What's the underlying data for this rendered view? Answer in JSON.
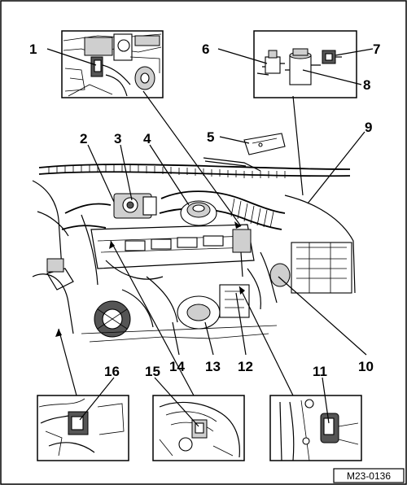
{
  "diagram": {
    "figure_reference": "M23-0136",
    "callouts": [
      {
        "id": "1",
        "label": "1"
      },
      {
        "id": "2",
        "label": "2"
      },
      {
        "id": "3",
        "label": "3"
      },
      {
        "id": "4",
        "label": "4"
      },
      {
        "id": "5",
        "label": "5"
      },
      {
        "id": "6",
        "label": "6"
      },
      {
        "id": "7",
        "label": "7"
      },
      {
        "id": "8",
        "label": "8"
      },
      {
        "id": "9",
        "label": "9"
      },
      {
        "id": "10",
        "label": "10"
      },
      {
        "id": "11",
        "label": "11"
      },
      {
        "id": "12",
        "label": "12"
      },
      {
        "id": "13",
        "label": "13"
      },
      {
        "id": "14",
        "label": "14"
      },
      {
        "id": "15",
        "label": "15"
      },
      {
        "id": "16",
        "label": "16"
      }
    ]
  }
}
